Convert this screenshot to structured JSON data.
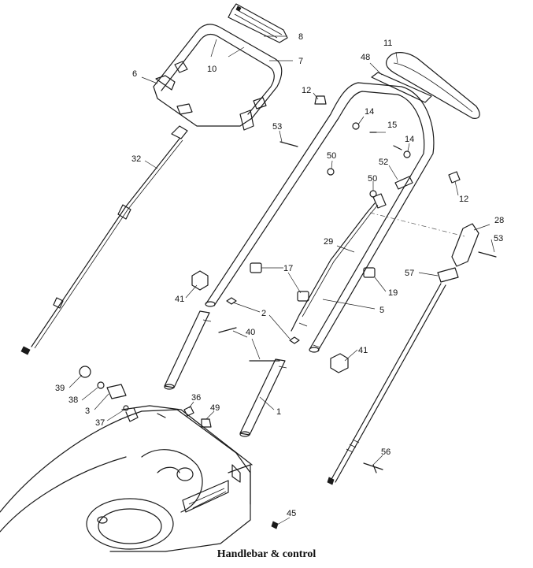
{
  "caption": "Handlebar & control",
  "callouts": {
    "c1": "1",
    "c2": "2",
    "c3": "3",
    "c5": "5",
    "c6": "6",
    "c7": "7",
    "c8": "8",
    "c10": "10",
    "c11": "11",
    "c12a": "12",
    "c12b": "12",
    "c14a": "14",
    "c14b": "14",
    "c15": "15",
    "c17": "17",
    "c19": "19",
    "c28": "28",
    "c29": "29",
    "c32": "32",
    "c36": "36",
    "c37": "37",
    "c38": "38",
    "c39": "39",
    "c40": "40",
    "c41a": "41",
    "c41b": "41",
    "c45": "45",
    "c48": "48",
    "c49": "49",
    "c50a": "50",
    "c50b": "50",
    "c52": "52",
    "c53a": "53",
    "c53b": "53",
    "c56": "56",
    "c57": "57"
  }
}
